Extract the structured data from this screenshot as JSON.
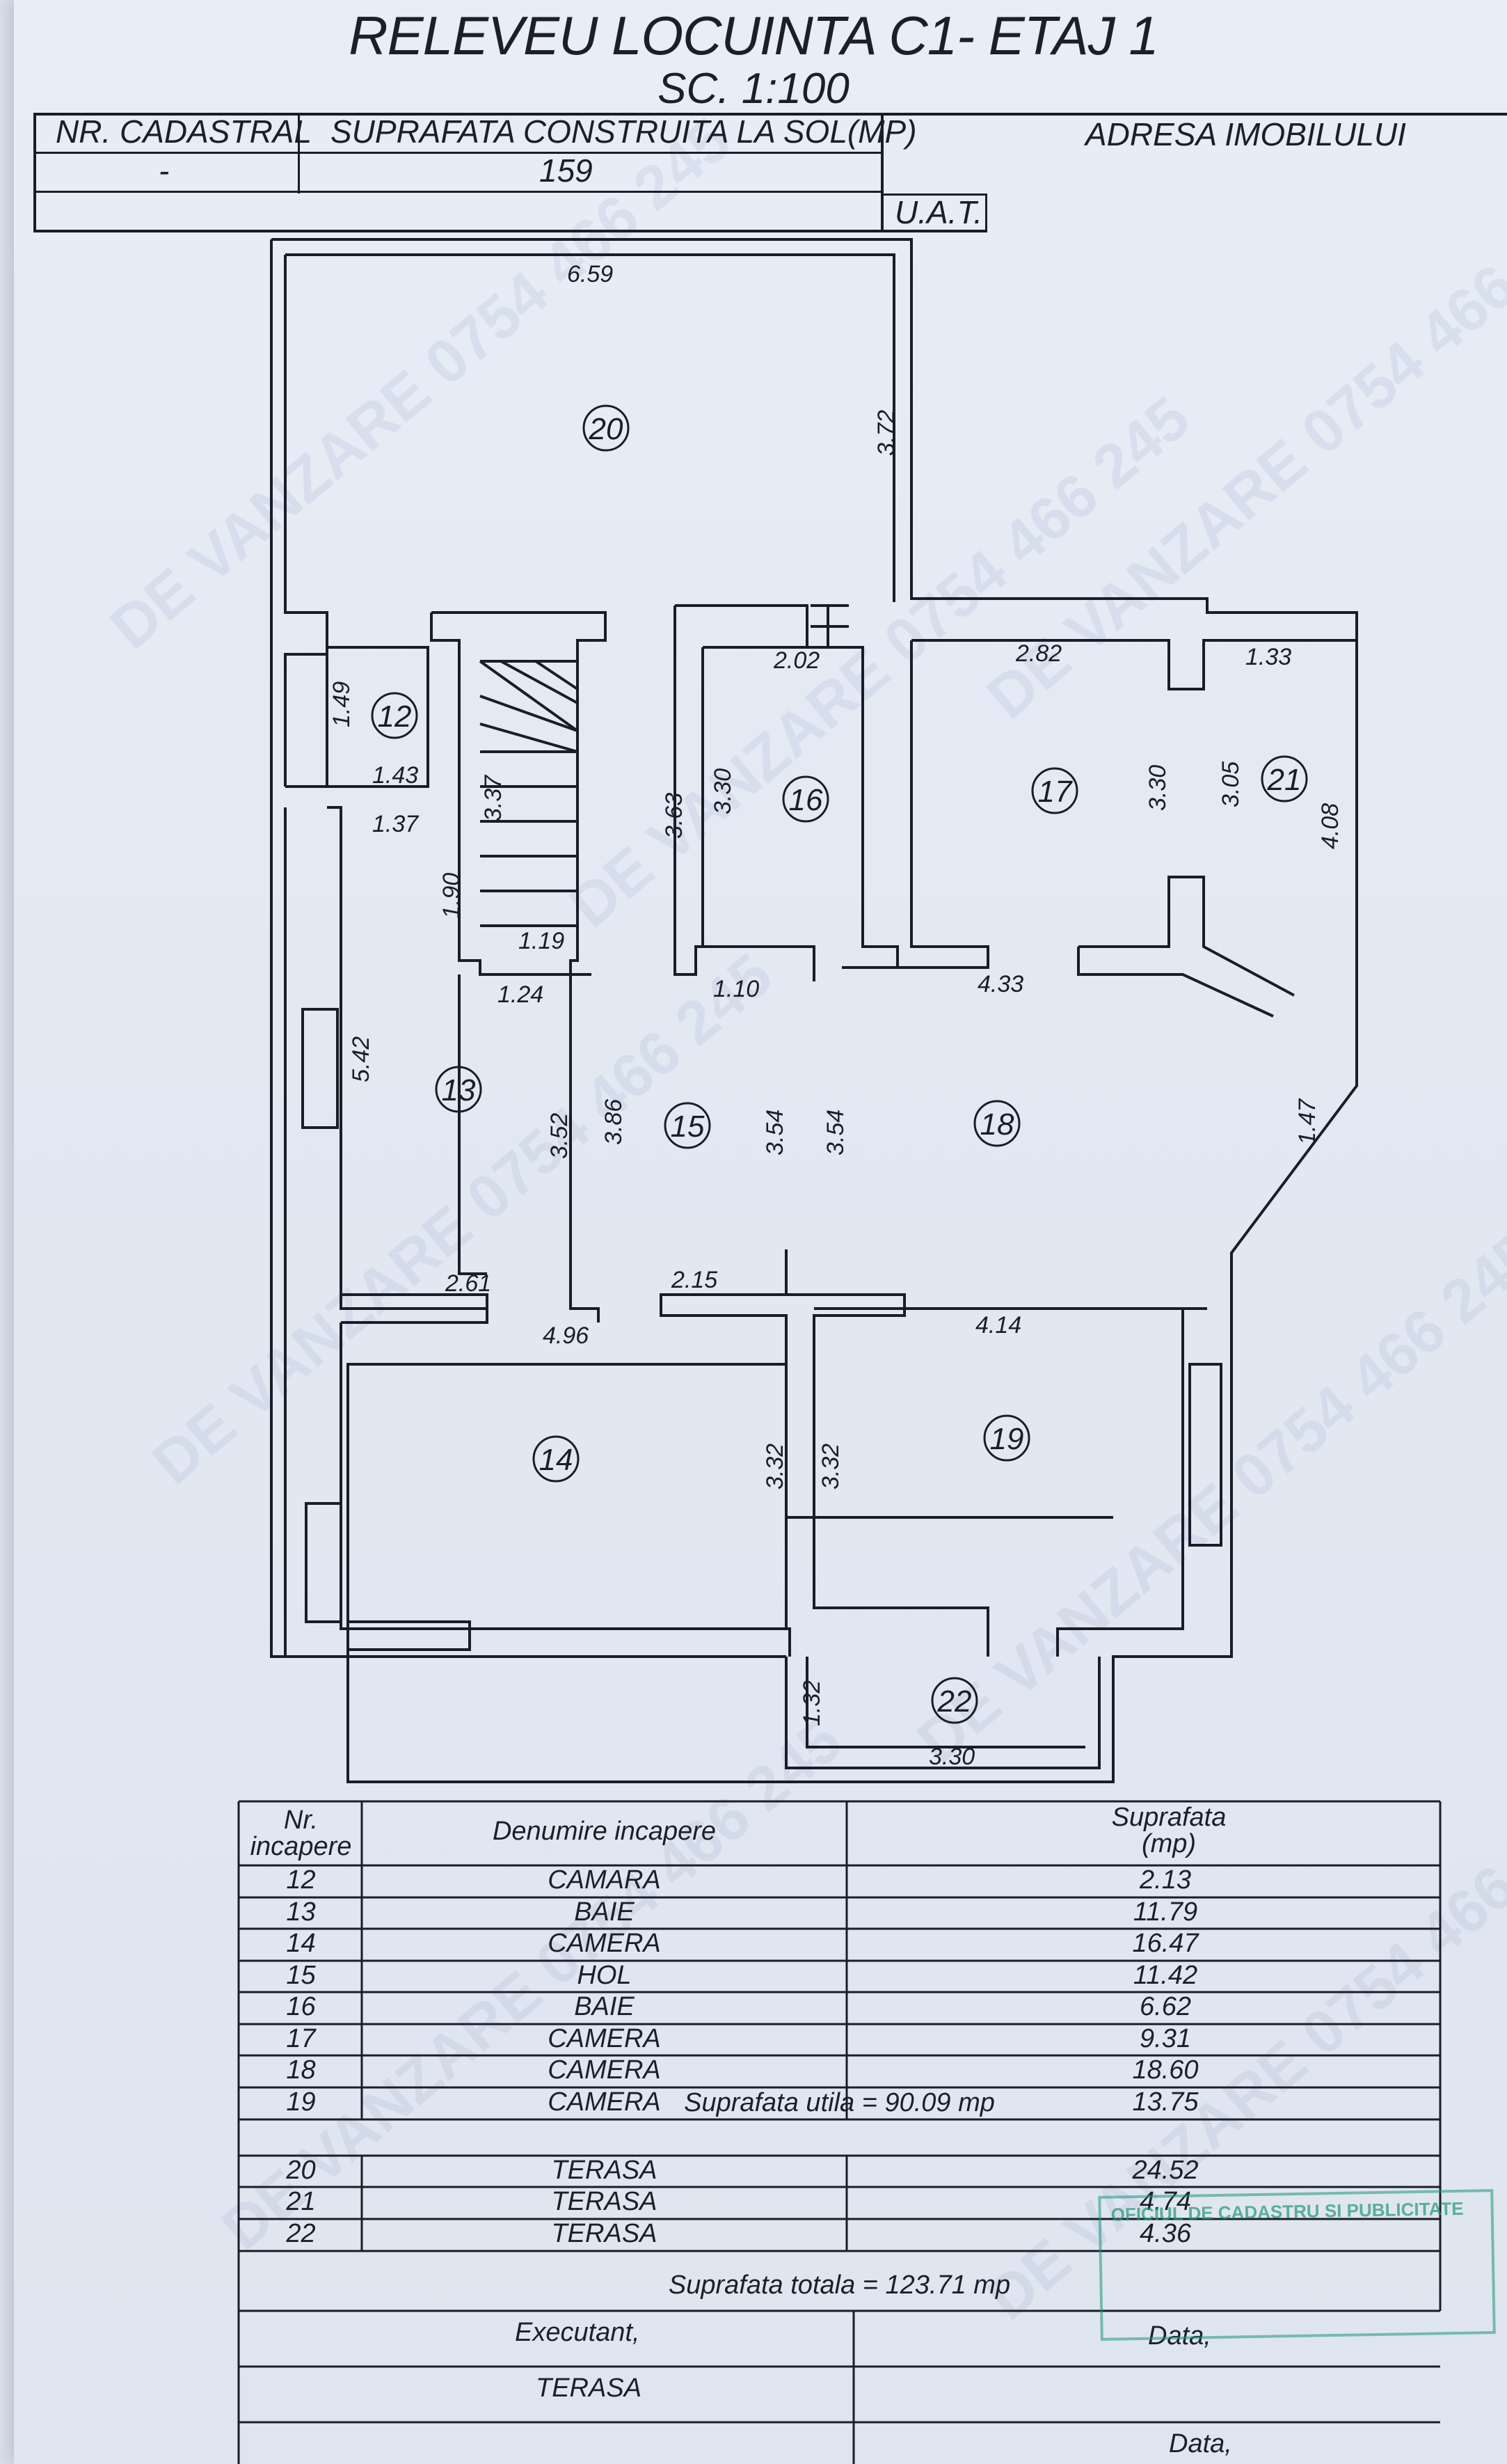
{
  "title": "RELEVEU LOCUINTA C1- ETAJ 1",
  "scale": "SC. 1:100",
  "header": {
    "col1_label": "NR. CADASTRAL",
    "col2_label": "SUPRAFATA CONSTRUITA LA SOL(MP)",
    "col3_label": "ADRESA IMOBILULUI",
    "col1_value": "-",
    "col2_value": "159",
    "uat_label": "U.A.T."
  },
  "dimensions": {
    "d659": "6.59",
    "d372": "3.72",
    "d149": "1.49",
    "d143": "1.43",
    "d337": "3.37",
    "d137": "1.37",
    "d190": "1.90",
    "d119": "1.19",
    "d124": "1.24",
    "d542": "5.42",
    "d352": "3.52",
    "d386": "3.86",
    "d202": "2.02",
    "d363": "3.63",
    "d330a": "3.30",
    "d110": "1.10",
    "d282": "2.82",
    "d133": "1.33",
    "d330b": "3.30",
    "d305": "3.05",
    "d408": "4.08",
    "d433": "4.33",
    "d354a": "3.54",
    "d354b": "3.54",
    "d147": "1.47",
    "d261": "2.61",
    "d215": "2.15",
    "d496": "4.96",
    "d414": "4.14",
    "d332a": "3.32",
    "d332b": "3.32",
    "d132": "1.32",
    "d330c": "3.30"
  },
  "room_labels": [
    "20",
    "12",
    "16",
    "17",
    "21",
    "13",
    "15",
    "18",
    "14",
    "19",
    "22"
  ],
  "table": {
    "head_nr": "Nr. incapere",
    "head_name": "Denumire incapere",
    "head_area": "Suprafata (mp)",
    "rows": [
      {
        "nr": "12",
        "name": "CAMARA",
        "area": "2.13"
      },
      {
        "nr": "13",
        "name": "BAIE",
        "area": "11.79"
      },
      {
        "nr": "14",
        "name": "CAMERA",
        "area": "16.47"
      },
      {
        "nr": "15",
        "name": "HOL",
        "area": "11.42"
      },
      {
        "nr": "16",
        "name": "BAIE",
        "area": "6.62"
      },
      {
        "nr": "17",
        "name": "CAMERA",
        "area": "9.31"
      },
      {
        "nr": "18",
        "name": "CAMERA",
        "area": "18.60"
      },
      {
        "nr": "19",
        "name": "CAMERA",
        "area": "13.75"
      }
    ],
    "useful": "Suprafata utila = 90.09 mp",
    "terrace_rows": [
      {
        "nr": "20",
        "name": "TERASA",
        "area": "24.52"
      },
      {
        "nr": "21",
        "name": "TERASA",
        "area": "4.74"
      },
      {
        "nr": "22",
        "name": "TERASA",
        "area": "4.36"
      }
    ],
    "total": "Suprafata totala = 123.71 mp"
  },
  "footer": {
    "executant": "Executant,",
    "data1": "Data,",
    "terasa": "TERASA",
    "data2": "Data,"
  },
  "stamp_text": "OFICIUL DE CADASTRU SI PUBLICITATE",
  "watermark": "DE VANZARE 0754 466 245"
}
